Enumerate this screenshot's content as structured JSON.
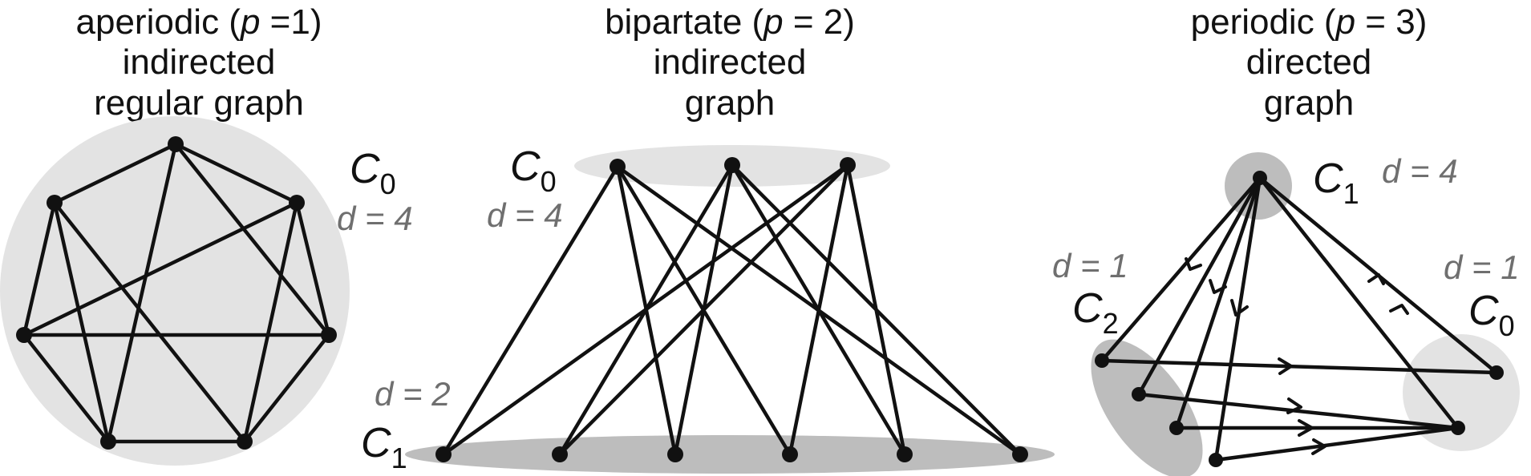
{
  "panels": [
    {
      "title_prefix": "aperiodic (",
      "title_var": "p",
      "title_suffix": " =1)",
      "title_line2": "indirected",
      "title_line3": "regular graph",
      "class_labels": [
        {
          "letter": "C",
          "sub": "0",
          "d": "d = 4"
        }
      ]
    },
    {
      "title_prefix": "bipartate (",
      "title_var": "p",
      "title_suffix": " = 2)",
      "title_line2": "indirected",
      "title_line3": "graph",
      "class_labels": [
        {
          "letter": "C",
          "sub": "0",
          "d": "d = 4"
        },
        {
          "letter": "C",
          "sub": "1",
          "d": "d = 2"
        }
      ]
    },
    {
      "title_prefix": "periodic (",
      "title_var": "p",
      "title_suffix": " = 3)",
      "title_line2": "directed",
      "title_line3": "graph",
      "class_labels": [
        {
          "letter": "C",
          "sub": "1",
          "d": "d = 4"
        },
        {
          "letter": "C",
          "sub": "2",
          "d": "d = 1"
        },
        {
          "letter": "C",
          "sub": "0",
          "d": "d = 1"
        }
      ]
    }
  ],
  "colors": {
    "edge": "#111111",
    "light_region": "#e3e3e3",
    "dark_region": "#bdbdbd",
    "d_label": "#6f6f6f"
  }
}
